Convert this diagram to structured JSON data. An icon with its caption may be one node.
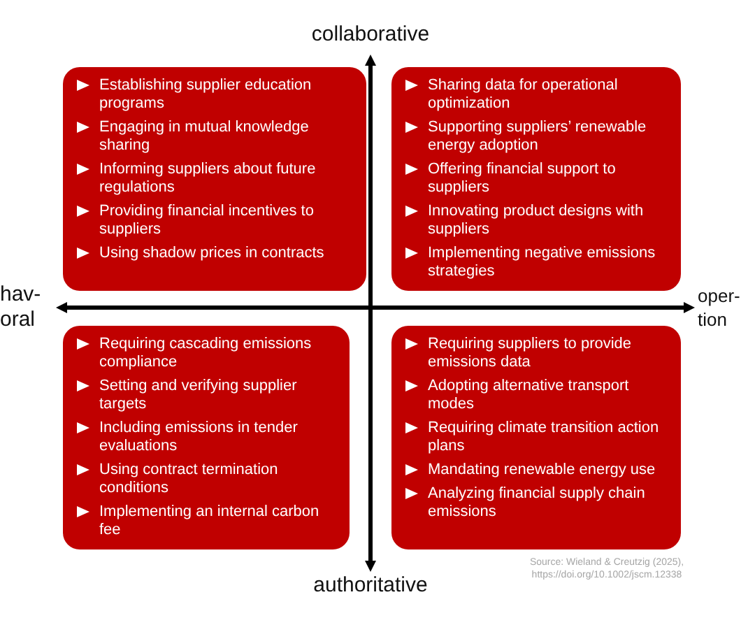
{
  "diagram": {
    "nodes": [
      {
        "text": [
          "Establishing supplier education programs",
          "Engaging in mutual knowledge sharing",
          "Informing suppliers about future regulations",
          "Providing financial incentives to suppliers",
          "Using shadow prices in contracts"
        ]
      },
      {
        "text": [
          "Sharing data for operational optimization",
          "Supporting suppliers’ renewable energy adoption",
          "Offering financial support to suppliers",
          "Innovating product designs with suppliers",
          "Implementing negative emissions strategies"
        ]
      },
      {
        "text": [
          "Requiring cascading emissions compliance",
          "Setting and verifying supplier targets",
          "Including emissions in tender evaluations",
          "Using contract termination conditions",
          "Implementing an internal carbon fee"
        ]
      },
      {
        "text": [
          "Requiring suppliers to provide emissions data",
          "Adopting alternative transport modes",
          "Requiring climate transition action plans",
          "Mandating renewable energy use",
          "Analyzing financial supply chain emissions"
        ]
      }
    ],
    "labels": [
      "collaborative",
      "hav- oral",
      "oper- tion",
      "authoritative",
      "Source: Wieland & Creutzig (2025), https://doi.org/10.1002/jscm.12338"
    ]
  }
}
